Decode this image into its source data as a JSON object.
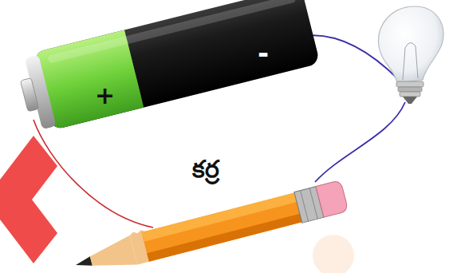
{
  "diagram": {
    "labels": [
      "+",
      "-",
      "కర్ర"
    ]
  }
}
